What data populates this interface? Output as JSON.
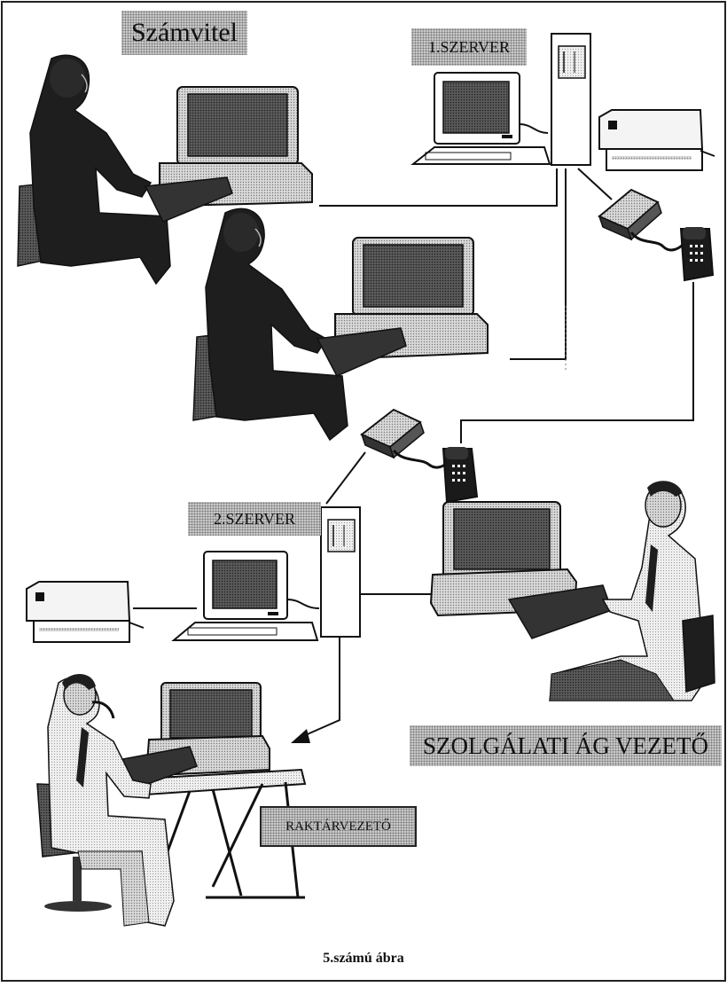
{
  "labels": {
    "accounting": "Számvitel",
    "server1": "1.SZERVER",
    "server2": "2.SZERVER",
    "service_branch_manager": "SZOLGÁLATI ÁG VEZETŐ",
    "warehouse_manager": "RAKTÁRVEZETŐ"
  },
  "caption": "5.számú ábra"
}
